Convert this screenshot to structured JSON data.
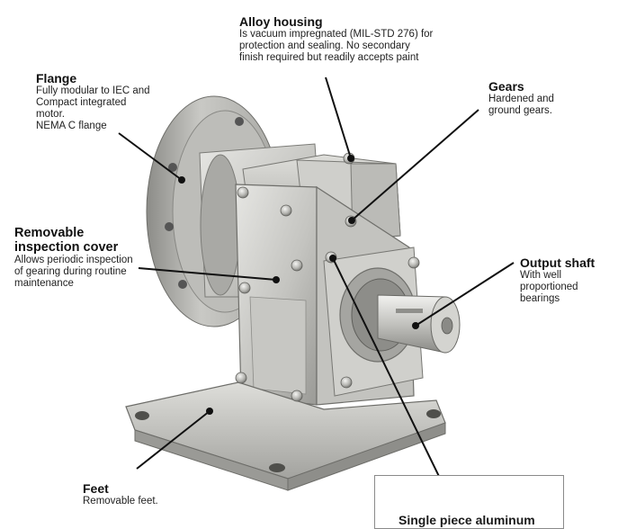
{
  "callouts": {
    "alloy_housing": {
      "title": "Alloy housing",
      "desc": "Is vacuum impregnated (MIL-STD 276) for\nprotection and sealing. No secondary\nfinish required but readily accepts paint"
    },
    "flange": {
      "title": "Flange",
      "desc": "Fully modular to IEC and\nCompact integrated\nmotor.\nNEMA C flange"
    },
    "gears": {
      "title": "Gears",
      "desc": "Hardened and\nground gears."
    },
    "inspection_cover": {
      "title_line1": "Removable",
      "title_line2": "inspection cover",
      "desc": "Allows periodic inspection\nof gearing during routine\nmaintenance"
    },
    "output_shaft": {
      "title": "Output shaft",
      "desc": "With well\nproportioned\nbearings"
    },
    "feet": {
      "title": "Feet",
      "desc": "Removable feet."
    },
    "aluminum": {
      "title": "Single piece aluminum"
    }
  },
  "colors": {
    "metal_light": "#d7d7d4",
    "metal_mid": "#b4b4b0",
    "metal_dark": "#7f7f7b",
    "leader": "#111111"
  }
}
